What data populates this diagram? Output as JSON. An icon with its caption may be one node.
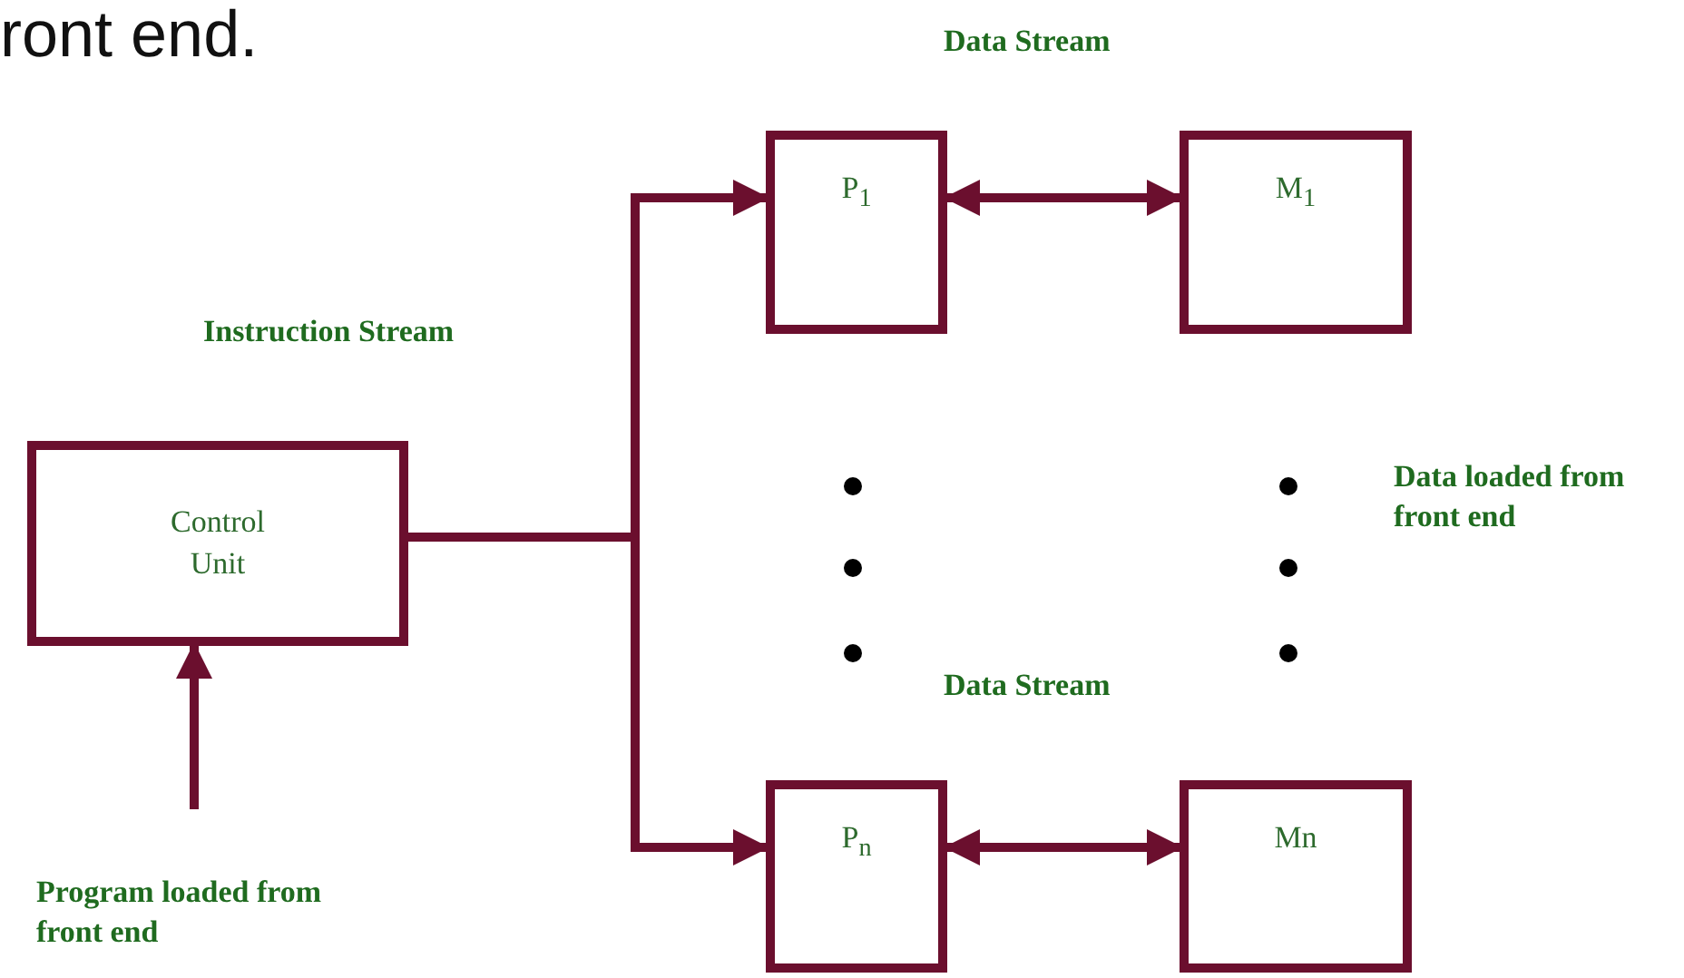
{
  "diagram": {
    "nodes": [
      {
        "text": [
          "Control Unit"
        ]
      },
      {
        "text": [
          "P$_{1}$"
        ]
      },
      {
        "text": [
          "M$_{1}$"
        ]
      },
      {
        "text": [
          "P$_{n}$"
        ]
      },
      {
        "text": [
          "Mn"
        ]
      },
      {
        "text": [
          "Program loaded from front end"
        ]
      }
    ],
    "edges": [
      {
        "from": 0,
        "to": 1,
        "arrow": "to"
      },
      {
        "from": 0,
        "to": 3,
        "arrow": "to"
      },
      {
        "from": 1,
        "to": 2,
        "arrow": "both"
      },
      {
        "from": 3,
        "to": 4,
        "arrow": "both"
      },
      {
        "from": 5,
        "to": 0,
        "arrow": "to"
      }
    ],
    "labels": [
      "ront end.",
      "Data Stream",
      "Instruction Stream",
      "Data loaded from front end",
      "Data Stream"
    ]
  }
}
